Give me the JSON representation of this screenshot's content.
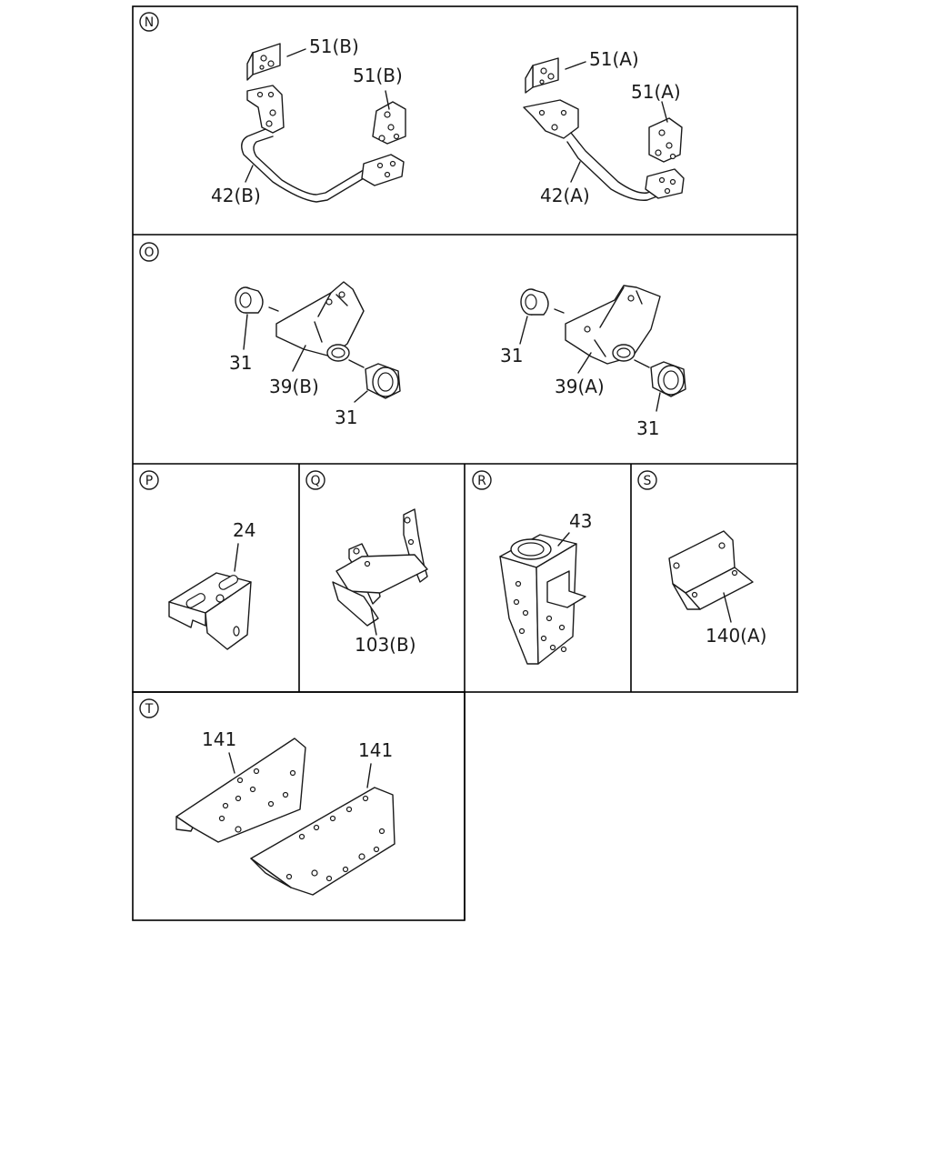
{
  "sections": [
    {
      "letter": "N",
      "labels": [
        "51(B)",
        "51(B)",
        "42(B)",
        "51(A)",
        "51(A)",
        "42(A)"
      ]
    },
    {
      "letter": "O",
      "labels": [
        "31",
        "39(B)",
        "31",
        "31",
        "39(A)",
        "31"
      ]
    },
    {
      "letter": "P",
      "labels": [
        "24"
      ]
    },
    {
      "letter": "Q",
      "labels": [
        "103(B)"
      ]
    },
    {
      "letter": "R",
      "labels": [
        "43"
      ]
    },
    {
      "letter": "S",
      "labels": [
        "140(A)"
      ]
    },
    {
      "letter": "T",
      "labels": [
        "141",
        "141"
      ]
    }
  ]
}
